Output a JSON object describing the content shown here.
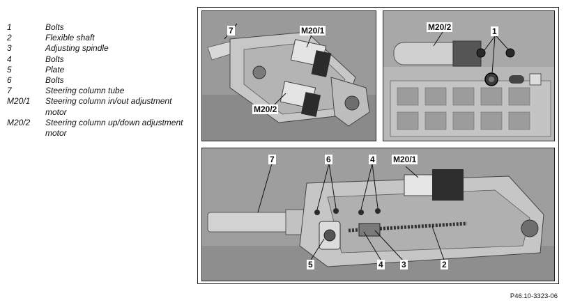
{
  "legend": [
    {
      "num": "1",
      "desc": "Bolts"
    },
    {
      "num": "2",
      "desc": "Flexible shaft"
    },
    {
      "num": "3",
      "desc": "Adjusting spindle"
    },
    {
      "num": "4",
      "desc": "Bolts"
    },
    {
      "num": "5",
      "desc": "Plate"
    },
    {
      "num": "6",
      "desc": "Bolts"
    },
    {
      "num": "7",
      "desc": "Steering column tube"
    },
    {
      "num": "M20/1",
      "desc": "Steering column in/out adjustment motor"
    },
    {
      "num": "M20/2",
      "desc": "Steering column up/down adjustment motor"
    }
  ],
  "panel1": {
    "c7": "7",
    "cM201": "M20/1",
    "cM202": "M20/2"
  },
  "panel2": {
    "cM202": "M20/2",
    "c1": "1"
  },
  "panel3": {
    "c7": "7",
    "c6": "6",
    "c4a": "4",
    "cM201": "M20/1",
    "c5": "5",
    "c4b": "4",
    "c3": "3",
    "c2": "2"
  },
  "caption": "P46.10-3323-06"
}
